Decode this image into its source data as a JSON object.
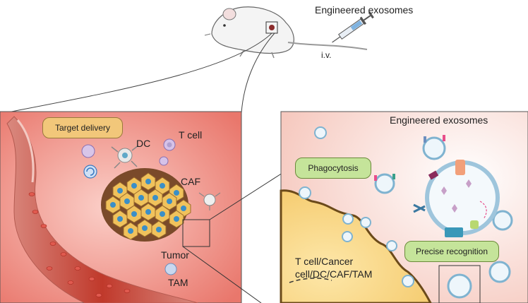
{
  "top": {
    "title": "Engineered exosomes",
    "route": "i.v."
  },
  "left_panel": {
    "badge": "Target delivery",
    "cell_labels": {
      "dc": "DC",
      "tcell": "T cell",
      "caf": "CAF",
      "tumor": "Tumor",
      "tam": "TAM"
    }
  },
  "right_panel": {
    "title": "Engineered exosomes",
    "badge_phagocytosis": "Phagocytosis",
    "badge_recognition": "Precise recognition",
    "target_cells_line1": "T cell/Cancer",
    "target_cells_line2": "cell/DC/CAF/TAM"
  },
  "colors": {
    "left_bg": "#ee8a80",
    "right_bg": "#fbe2dc",
    "badge_orange": "#f2c77a",
    "badge_green": "#c5e49a",
    "vessel": "#c0392b",
    "cell_yellow": "#f8d982"
  }
}
